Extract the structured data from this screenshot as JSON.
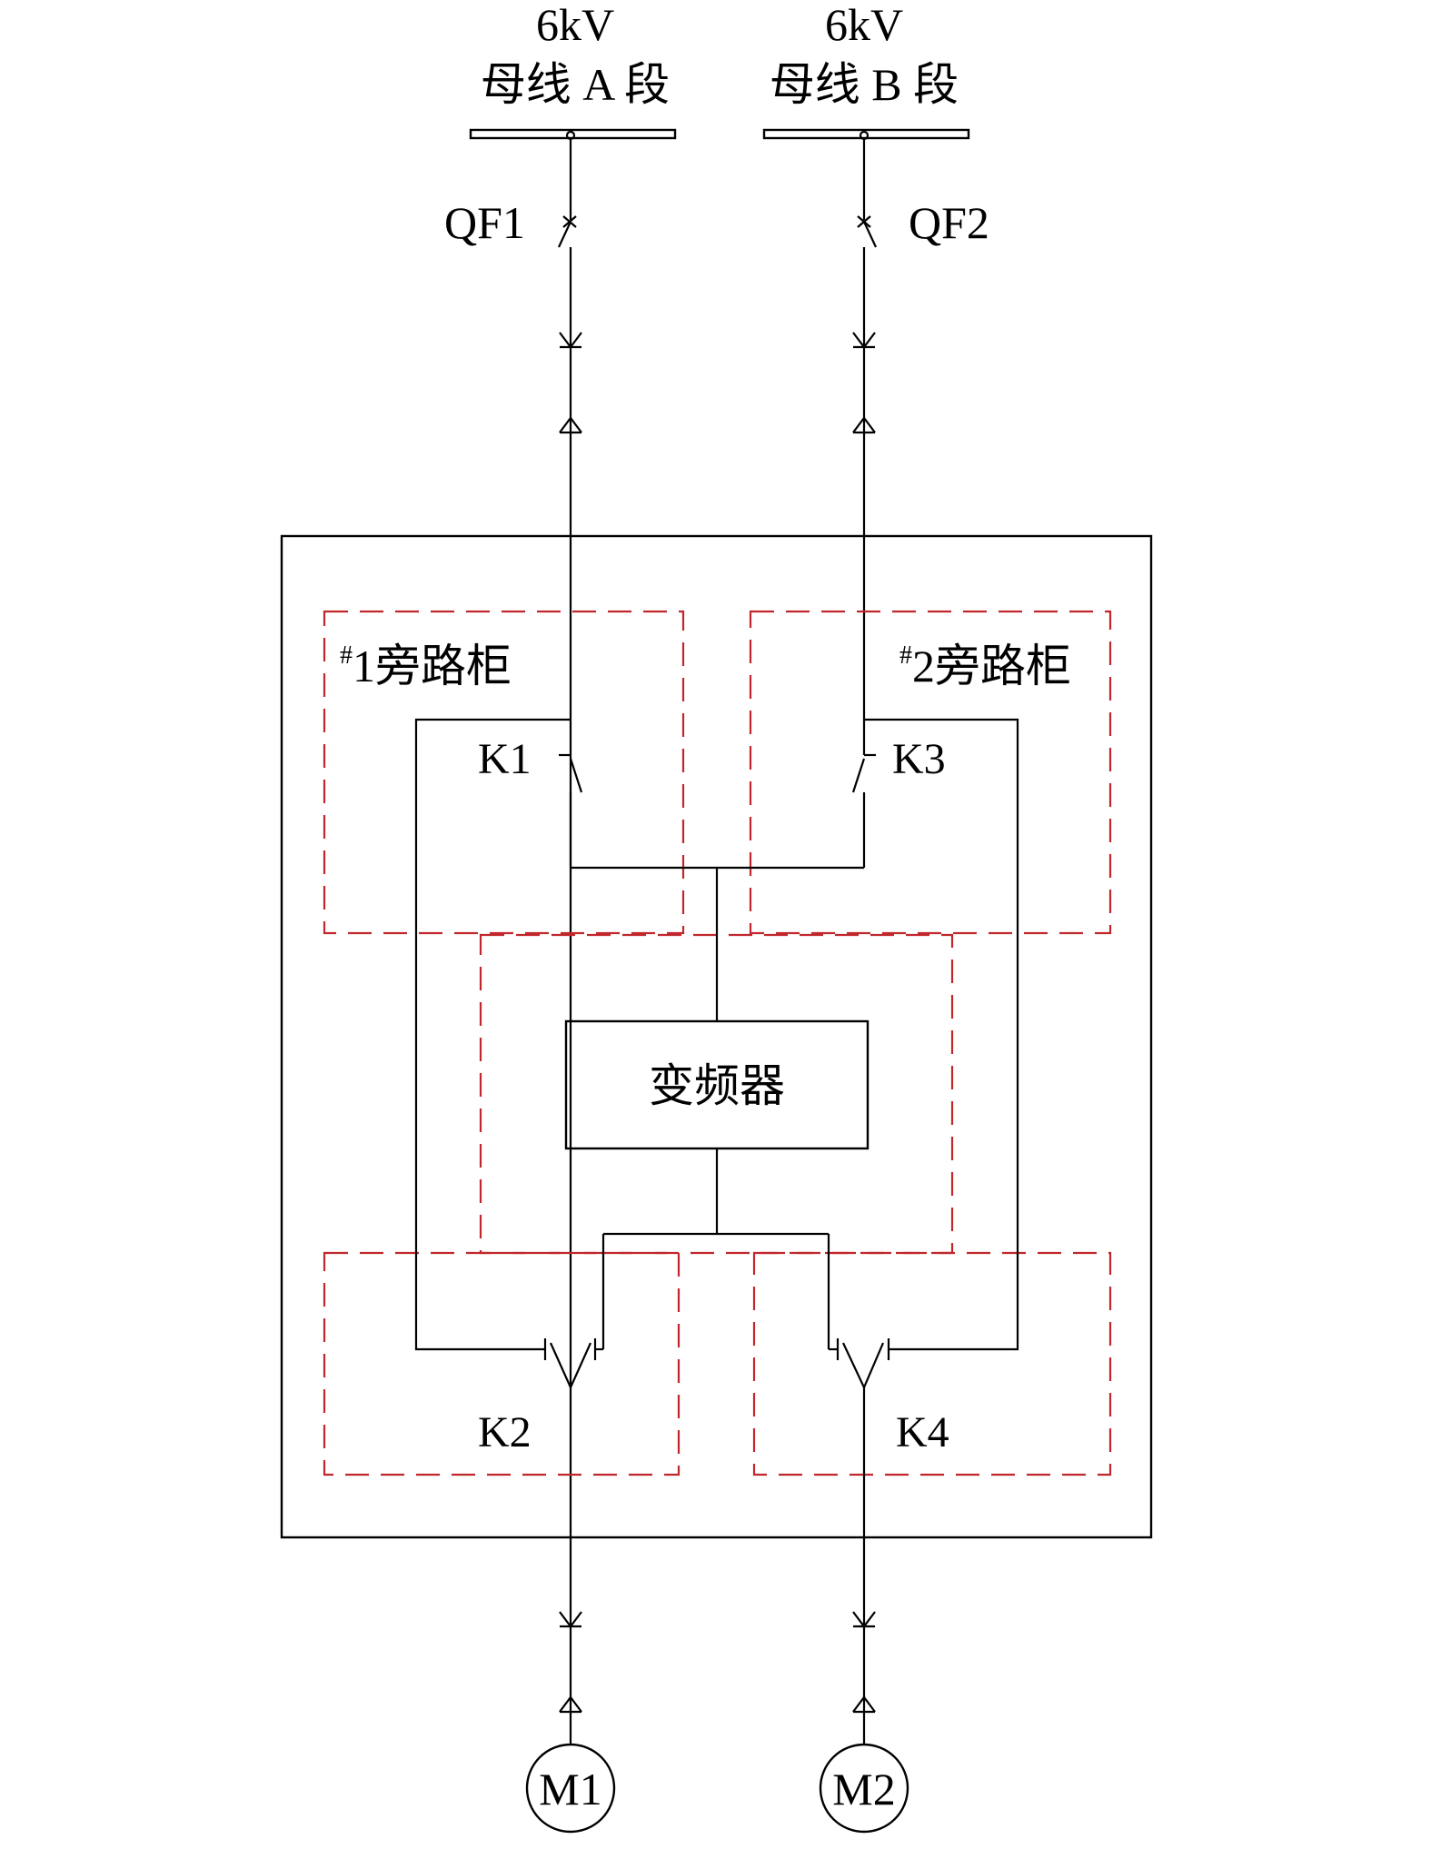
{
  "bus_a": {
    "voltage": "6kV",
    "name": "母线 A 段"
  },
  "bus_b": {
    "voltage": "6kV",
    "name": "母线 B 段"
  },
  "breakers": {
    "qf1": "QF1",
    "qf2": "QF2"
  },
  "cabinets": {
    "bypass1": {
      "mark": "#",
      "name": "1旁路柜"
    },
    "bypass2": {
      "mark": "#",
      "name": "2旁路柜"
    }
  },
  "switches": {
    "k1": "K1",
    "k2": "K2",
    "k3": "K3",
    "k4": "K4"
  },
  "converter": "变频器",
  "motors": {
    "m1": "M1",
    "m2": "M2"
  },
  "colors": {
    "line": "#000000",
    "dashed_boundary": "#c0272d"
  }
}
